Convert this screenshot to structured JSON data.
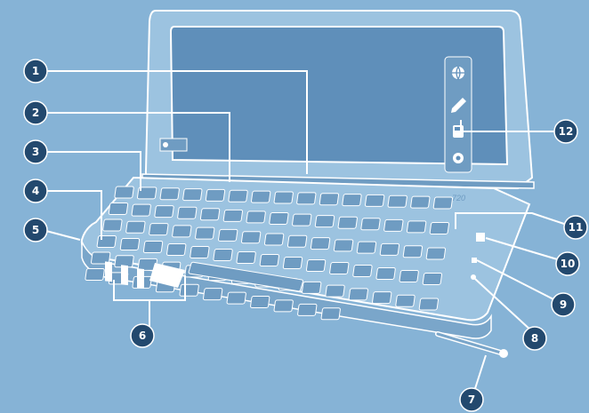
{
  "colors": {
    "background": "#86b3d6",
    "outline": "#ffffff",
    "callout_fill": "#23496e",
    "screen": "#5f8fba",
    "body": "#9cc3e0"
  },
  "icons": {
    "screen_icons": [
      "globe-icon",
      "pencil-icon",
      "phone-icon",
      "settings-icon"
    ]
  },
  "model_badge": "720",
  "callouts": [
    {
      "number": "1"
    },
    {
      "number": "2"
    },
    {
      "number": "3"
    },
    {
      "number": "4"
    },
    {
      "number": "5"
    },
    {
      "number": "6"
    },
    {
      "number": "7"
    },
    {
      "number": "8"
    },
    {
      "number": "9"
    },
    {
      "number": "10"
    },
    {
      "number": "11"
    },
    {
      "number": "12"
    }
  ]
}
